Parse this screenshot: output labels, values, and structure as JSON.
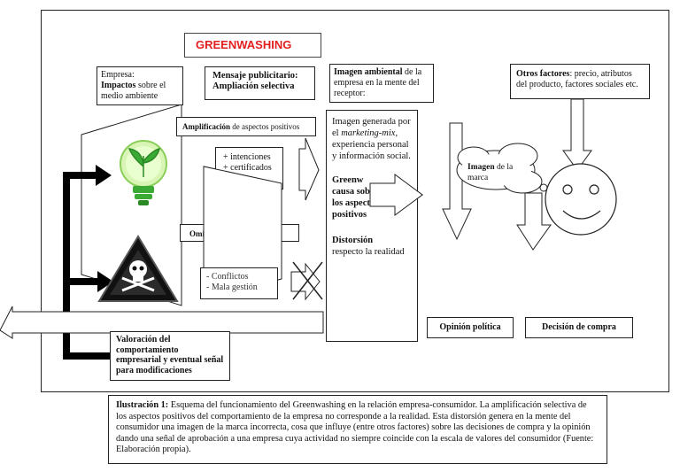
{
  "title": "GREENWASHING",
  "colors": {
    "title_red": "#e21f1f",
    "bulb_green": "#3aaa35",
    "arrow_black": "#000000"
  },
  "icons": {
    "bulb": "green-lightbulb-icon",
    "hazard": "skull-hazard-icon",
    "smiley": "smiley-face-icon"
  },
  "empresa": {
    "label": "Empresa:",
    "bold": "Impactos",
    "rest": " sobre el medio ambiente"
  },
  "mensaje": {
    "line1": "Mensaje publicitario:",
    "line2": "Ampliación selectiva"
  },
  "imagen_ambiental": {
    "bold": "Imagen ambiental",
    "rest": " de la empresa en la mente del receptor:"
  },
  "otros": {
    "bold": "Otros factores",
    "rest": ": precio, atributos del producto, factores sociales etc."
  },
  "amplificacion": {
    "bold": "Amplificación",
    "rest": " de aspectos positivos"
  },
  "intenciones": [
    "+ intenciones",
    "+ certificados"
  ],
  "omision": {
    "left": "Omi",
    "right": "tivos"
  },
  "conflictos": [
    "- Conflictos",
    "- Mala gestión"
  ],
  "imagen_generada": {
    "pre": "Imagen generada por el ",
    "italic": "marketing-mix",
    "post": ", experiencia personal y información social.",
    "greenwash_a": "Greenw",
    "greenwash_b": "causa sobrepeso de los aspectos positivos",
    "distorsion_title": "Distorsión",
    "distorsion_text": "respecto la realidad"
  },
  "imagen_marca": {
    "bold": "Imagen",
    "rest": " de la marca"
  },
  "valoracion": "Valoración del comportamiento empresarial y eventual señal para modificaciones",
  "opinion": "Opinión política",
  "decision": "Decisión de compra",
  "caption": {
    "label": "Ilustración 1:",
    "text": " Esquema del funcionamiento del Greenwashing en la relación empresa-consumidor. La amplificación selectiva de los aspectos positivos del comportamiento de la empresa no corresponde a la realidad. Esta distorsión genera en la mente del consumidor una imagen de la marca incorrecta, cosa que influye (entre otros factores) sobre las decisiones de compra y la opinión dando una señal de aprobación a una empresa cuya actividad no siempre coincide con la escala de valores del consumidor (Fuente: Elaboración propia)."
  }
}
